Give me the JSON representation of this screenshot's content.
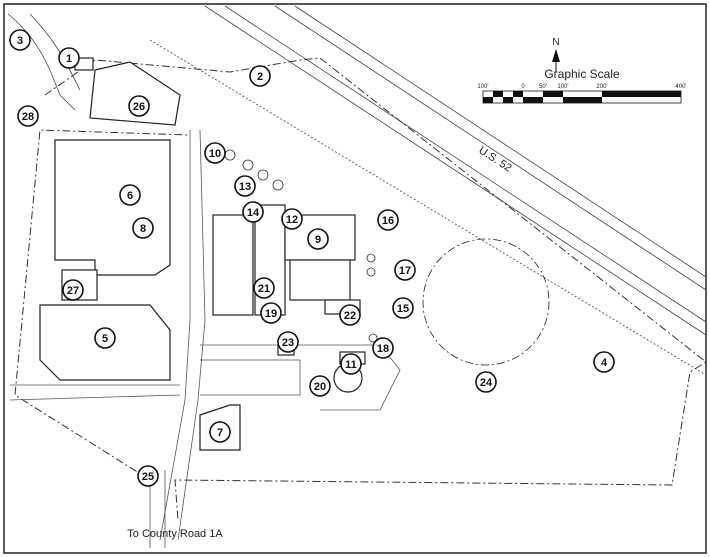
{
  "north_label": "N",
  "scale": {
    "title": "Graphic Scale",
    "ticks": [
      "100'",
      "0",
      "50'",
      "100'",
      "200'",
      "400'"
    ]
  },
  "road_labels": {
    "highway": "U.S. 52",
    "county_road": "To County Road 1A"
  },
  "site_labels": [
    "1",
    "2",
    "3",
    "4",
    "5",
    "6",
    "7",
    "8",
    "9",
    "10",
    "11",
    "12",
    "13",
    "14",
    "15",
    "16",
    "17",
    "18",
    "19",
    "20",
    "21",
    "22",
    "23",
    "24",
    "25",
    "26",
    "27",
    "28"
  ]
}
